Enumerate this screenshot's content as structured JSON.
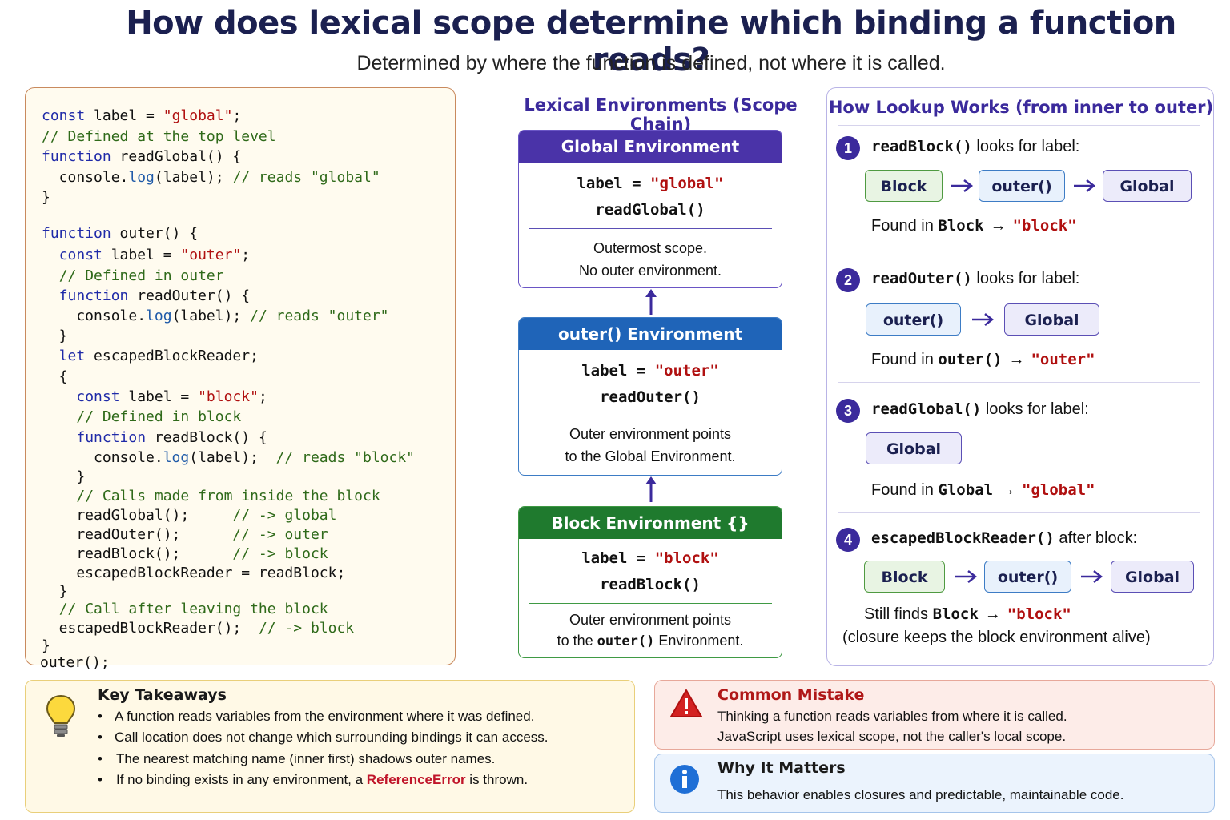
{
  "title": "How does lexical scope determine which binding a function reads?",
  "subtitle": "Determined by where the function is defined, not where it is called.",
  "code": [
    [
      [
        "kw",
        "const"
      ],
      [
        "p",
        " label = "
      ],
      [
        "str",
        "\"global\""
      ],
      [
        "p",
        ";"
      ]
    ],
    [
      [
        "com",
        "// Defined at the top level"
      ]
    ],
    [
      [
        "kw",
        "function"
      ],
      [
        "p",
        " readGlobal() {"
      ]
    ],
    [
      [
        "p",
        "  console."
      ],
      [
        "m",
        "log"
      ],
      [
        "p",
        "(label); "
      ],
      [
        "com",
        "// reads \"global\""
      ]
    ],
    [
      [
        "p",
        "}"
      ]
    ],
    [
      [
        "p",
        ""
      ]
    ],
    [
      [
        "kw",
        "function"
      ],
      [
        "p",
        " outer() {"
      ]
    ],
    [
      [
        "p",
        "  "
      ],
      [
        "kw",
        "const"
      ],
      [
        "p",
        " label = "
      ],
      [
        "str",
        "\"outer\""
      ],
      [
        "p",
        ";"
      ]
    ],
    [
      [
        "p",
        "  "
      ],
      [
        "com",
        "// Defined in outer"
      ]
    ],
    [
      [
        "p",
        "  "
      ],
      [
        "kw",
        "function"
      ],
      [
        "p",
        " readOuter() {"
      ]
    ],
    [
      [
        "p",
        "    console."
      ],
      [
        "m",
        "log"
      ],
      [
        "p",
        "(label); "
      ],
      [
        "com",
        "// reads \"outer\""
      ]
    ],
    [
      [
        "p",
        "  }"
      ]
    ],
    [
      [
        "p",
        "  "
      ],
      [
        "kw",
        "let"
      ],
      [
        "p",
        " escapedBlockReader;"
      ]
    ],
    [
      [
        "p",
        "  {"
      ]
    ],
    [
      [
        "p",
        "    "
      ],
      [
        "kw",
        "const"
      ],
      [
        "p",
        " label = "
      ],
      [
        "str",
        "\"block\""
      ],
      [
        "p",
        ";"
      ]
    ],
    [
      [
        "p",
        "    "
      ],
      [
        "com",
        "// Defined in block"
      ]
    ],
    [
      [
        "p",
        "    "
      ],
      [
        "kw",
        "function"
      ],
      [
        "p",
        " readBlock() {"
      ]
    ],
    [
      [
        "p",
        "      console."
      ],
      [
        "m",
        "log"
      ],
      [
        "p",
        "(label);  "
      ],
      [
        "com",
        "// reads \"block\""
      ]
    ],
    [
      [
        "p",
        "    }"
      ]
    ],
    [
      [
        "p",
        "    "
      ],
      [
        "com",
        "// Calls made from inside the block"
      ]
    ],
    [
      [
        "p",
        "    readGlobal();     "
      ],
      [
        "com",
        "// -> global"
      ]
    ],
    [
      [
        "p",
        "    readOuter();      "
      ],
      [
        "com",
        "// -> outer"
      ]
    ],
    [
      [
        "p",
        "    readBlock();      "
      ],
      [
        "com",
        "// -> block"
      ]
    ],
    [
      [
        "p",
        "    escapedBlockReader = readBlock;"
      ]
    ],
    [
      [
        "p",
        "  }"
      ]
    ],
    [
      [
        "p",
        "  "
      ],
      [
        "com",
        "// Call after leaving the block"
      ]
    ],
    [
      [
        "p",
        "  escapedBlockReader();  "
      ],
      [
        "com",
        "// -> block"
      ]
    ],
    [
      [
        "p",
        "}"
      ]
    ],
    [
      [
        "p",
        "outer();"
      ]
    ]
  ],
  "environments": {
    "heading": "Lexical Environments (Scope Chain)",
    "global": {
      "title": "Global Environment",
      "binding_name": "label = ",
      "binding_value": "\"global\"",
      "func": "readGlobal()",
      "note1": "Outermost scope.",
      "note2": "No outer environment.",
      "color": "#4a33a8"
    },
    "outer": {
      "title": "outer() Environment",
      "binding_name": "label = ",
      "binding_value": "\"outer\"",
      "func": "readOuter()",
      "note1": "Outer environment points",
      "note2": "to the Global Environment.",
      "color": "#1f64b8"
    },
    "block": {
      "title": "Block Environment {}",
      "binding_name": "label = ",
      "binding_value": "\"block\"",
      "func": "readBlock()",
      "note1": "Outer environment points",
      "note2_pre": "to the ",
      "note2_code": "outer()",
      "note2_post": " Environment.",
      "color": "#1f7a2e"
    }
  },
  "lookup": {
    "heading": "How Lookup Works (from inner to outer)",
    "steps": [
      {
        "num": "1",
        "fn": "readBlock()",
        "text": " looks for label:",
        "chips": [
          "Block",
          "outer()",
          "Global"
        ],
        "found_pre": "Found in ",
        "found_where": "Block",
        "found_val": "\"block\""
      },
      {
        "num": "2",
        "fn": "readOuter()",
        "text": " looks for label:",
        "chips": [
          "outer()",
          "Global"
        ],
        "found_pre": "Found in ",
        "found_where": "outer()",
        "found_val": "\"outer\""
      },
      {
        "num": "3",
        "fn": "readGlobal()",
        "text": " looks for label:",
        "chips": [
          "Global"
        ],
        "found_pre": "Found in ",
        "found_where": "Global",
        "found_val": "\"global\""
      },
      {
        "num": "4",
        "fn": "escapedBlockReader()",
        "text": " after block:",
        "chips": [
          "Block",
          "outer()",
          "Global"
        ],
        "found_pre": "Still finds ",
        "found_where": "Block",
        "found_val": "\"block\"",
        "extra": "(closure keeps the block environment alive)"
      }
    ],
    "arrow": "→"
  },
  "takeaways": {
    "title": "Key Takeaways",
    "items": [
      "A function reads variables from the environment where it was defined.",
      "Call location does not change which surrounding bindings it can access.",
      "The nearest matching name (inner first) shadows outer names."
    ],
    "last_pre": "If no binding exists in any environment, a ",
    "last_err": "ReferenceError",
    "last_post": " is thrown."
  },
  "mistake": {
    "title": "Common Mistake",
    "line1": "Thinking a function reads variables from where it is called.",
    "line2": "JavaScript uses lexical scope, not the caller's local scope."
  },
  "matters": {
    "title": "Why It Matters",
    "line1": "This behavior enables closures and predictable, maintainable code."
  }
}
